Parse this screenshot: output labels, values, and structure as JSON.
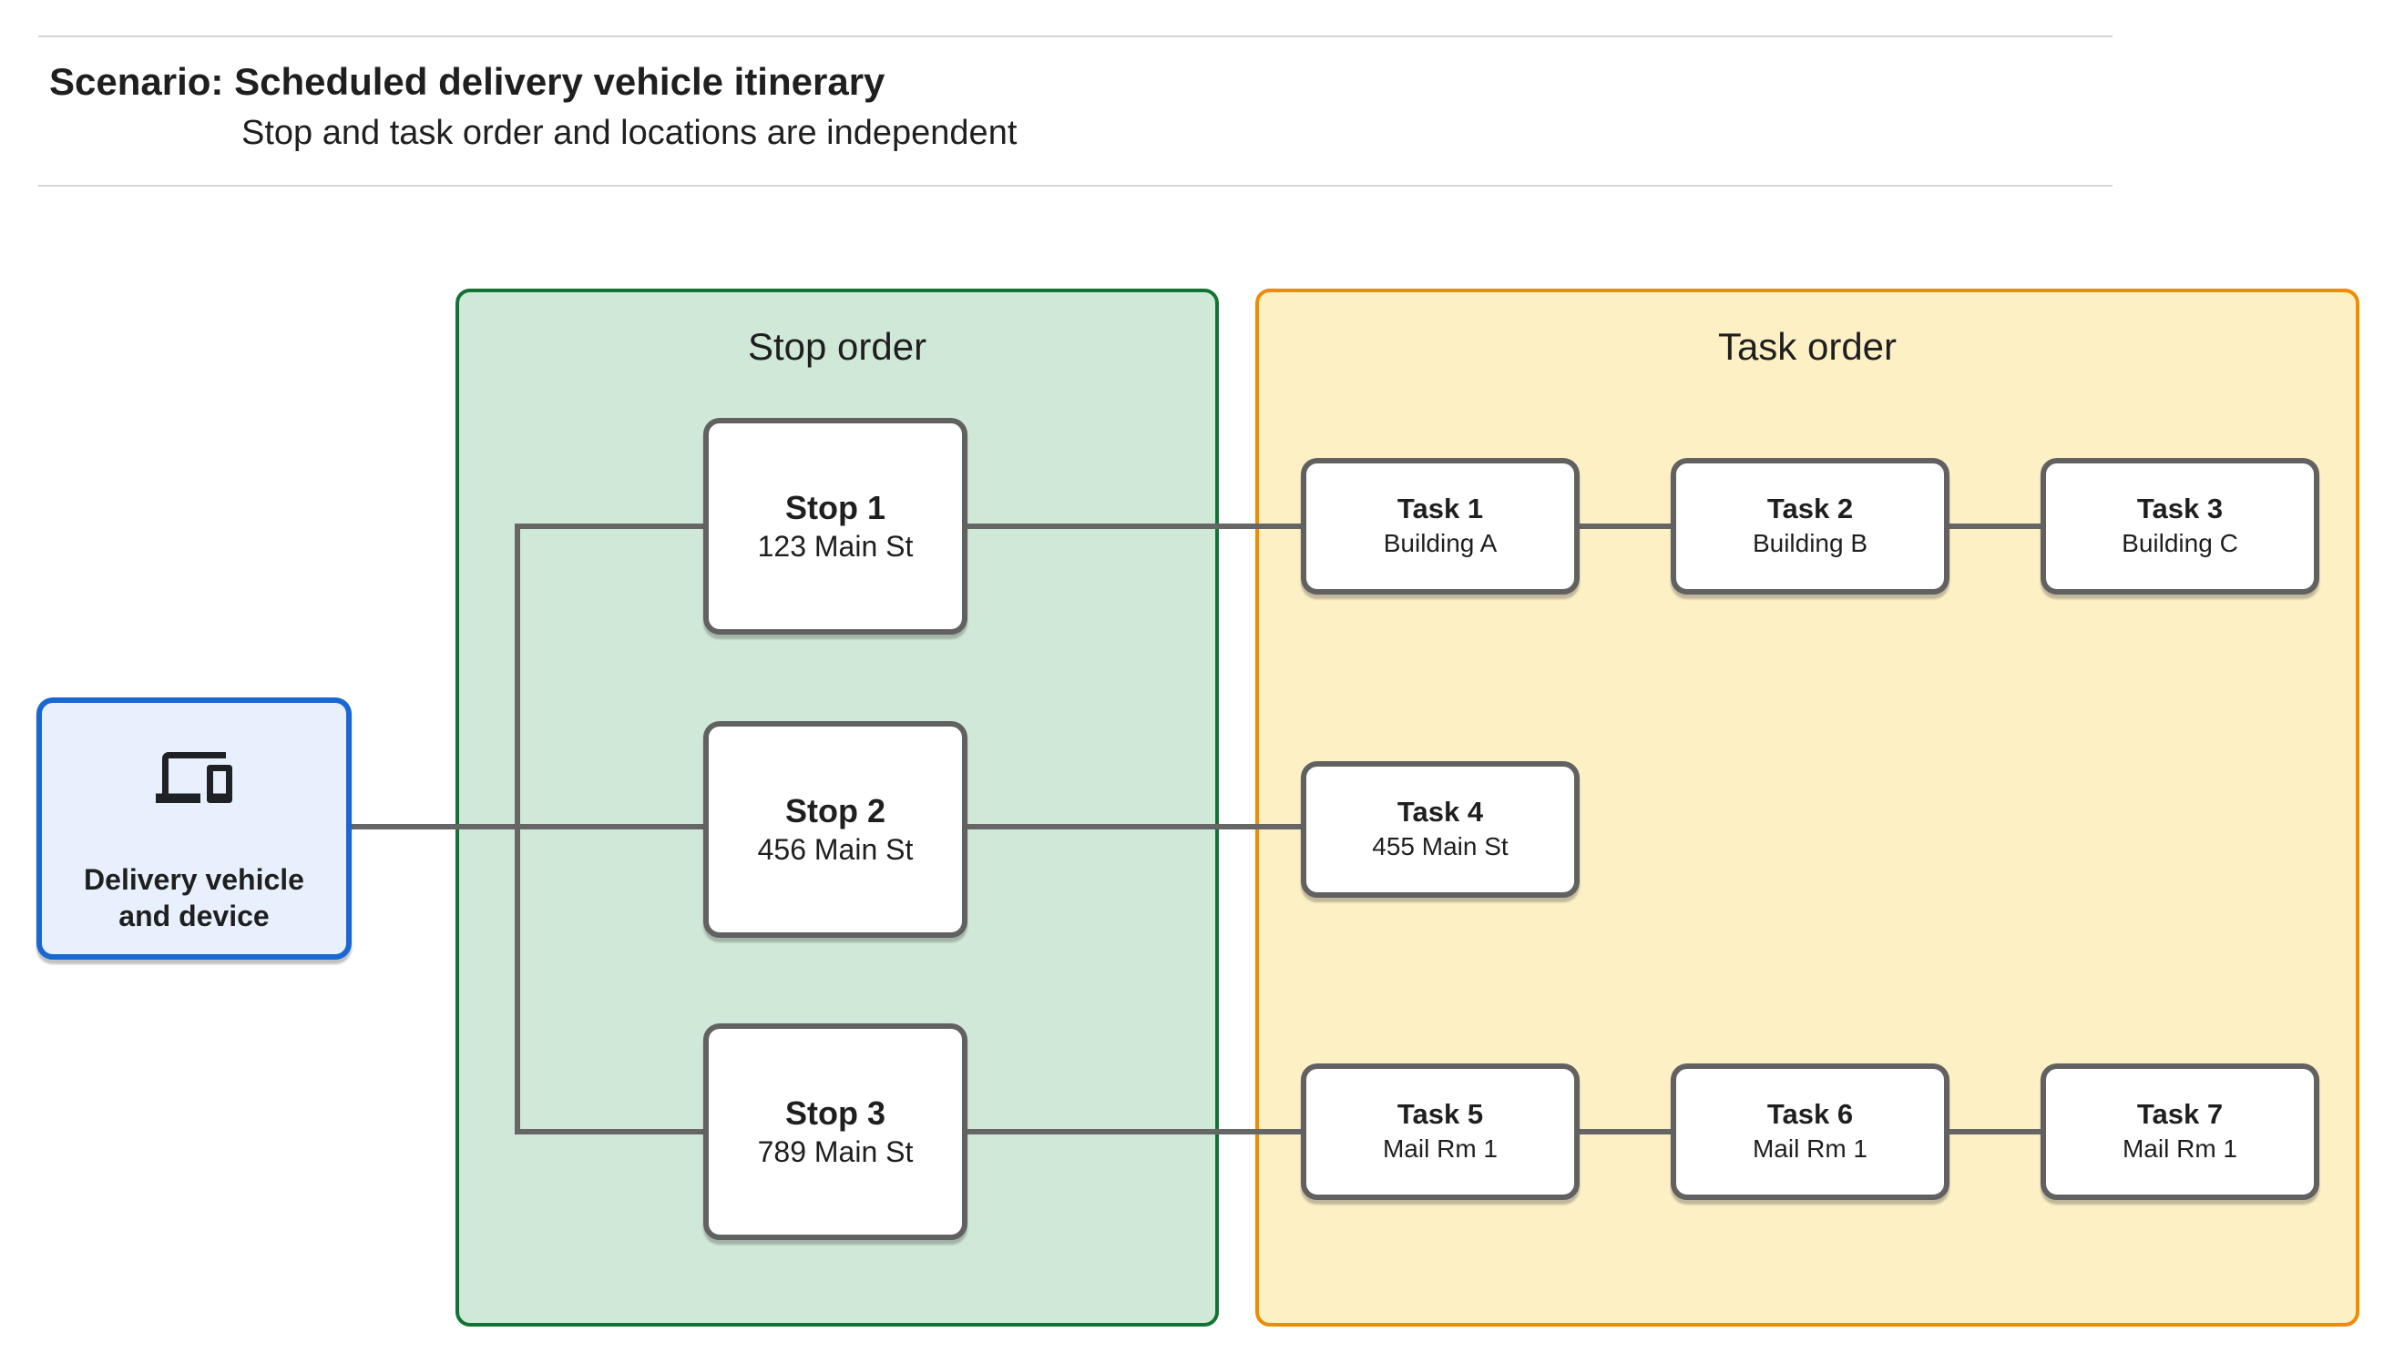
{
  "header": {
    "title": "Scenario: Scheduled delivery vehicle itinerary",
    "subtitle": "Stop and task order and locations are independent"
  },
  "vehicle": {
    "label": "Delivery vehicle and device",
    "icon": "devices-icon",
    "fill": "#e8f0fe",
    "border": "#1967d2"
  },
  "stop_panel": {
    "title": "Stop order",
    "fill": "#d0e8d8",
    "border": "#137333",
    "stops": [
      {
        "title": "Stop 1",
        "subtitle": "123 Main St"
      },
      {
        "title": "Stop 2",
        "subtitle": "456 Main St"
      },
      {
        "title": "Stop 3",
        "subtitle": "789 Main St"
      }
    ]
  },
  "task_panel": {
    "title": "Task order",
    "fill": "#fdf0c5",
    "border": "#f08c00",
    "tasks": [
      {
        "title": "Task 1",
        "subtitle": "Building A"
      },
      {
        "title": "Task 2",
        "subtitle": "Building B"
      },
      {
        "title": "Task 3",
        "subtitle": "Building C"
      },
      {
        "title": "Task 4",
        "subtitle": "455 Main St"
      },
      {
        "title": "Task 5",
        "subtitle": "Mail Rm 1"
      },
      {
        "title": "Task 6",
        "subtitle": "Mail Rm 1"
      },
      {
        "title": "Task 7",
        "subtitle": "Mail Rm 1"
      }
    ]
  },
  "colors": {
    "connector": "#666666",
    "node_border": "#616161",
    "rule": "#d5d5d5",
    "text": "#1f1f1f"
  }
}
